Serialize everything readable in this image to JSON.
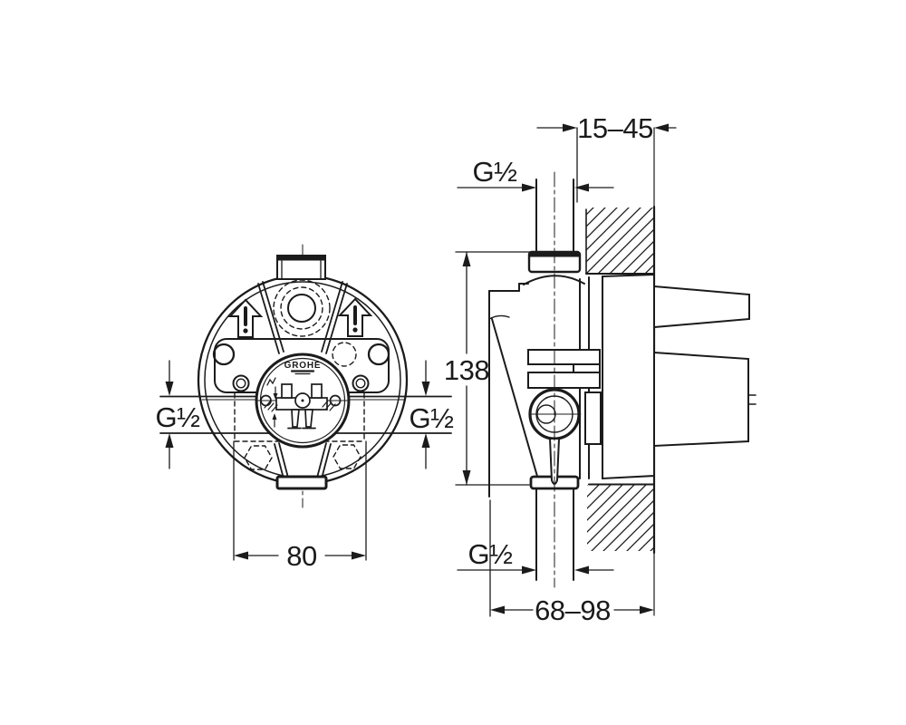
{
  "drawing": {
    "brand": "GROHE",
    "labels": {
      "plaster_depth_range": "15–45",
      "top_connection": "G½",
      "connection_height": "138",
      "left_connection": "G½",
      "right_connection": "G½",
      "body_width": "80",
      "bottom_connection": "G½",
      "installation_depth_range": "68–98",
      "warning": "!"
    },
    "colors": {
      "line": "#1b1b1b",
      "background": "#ffffff"
    }
  }
}
